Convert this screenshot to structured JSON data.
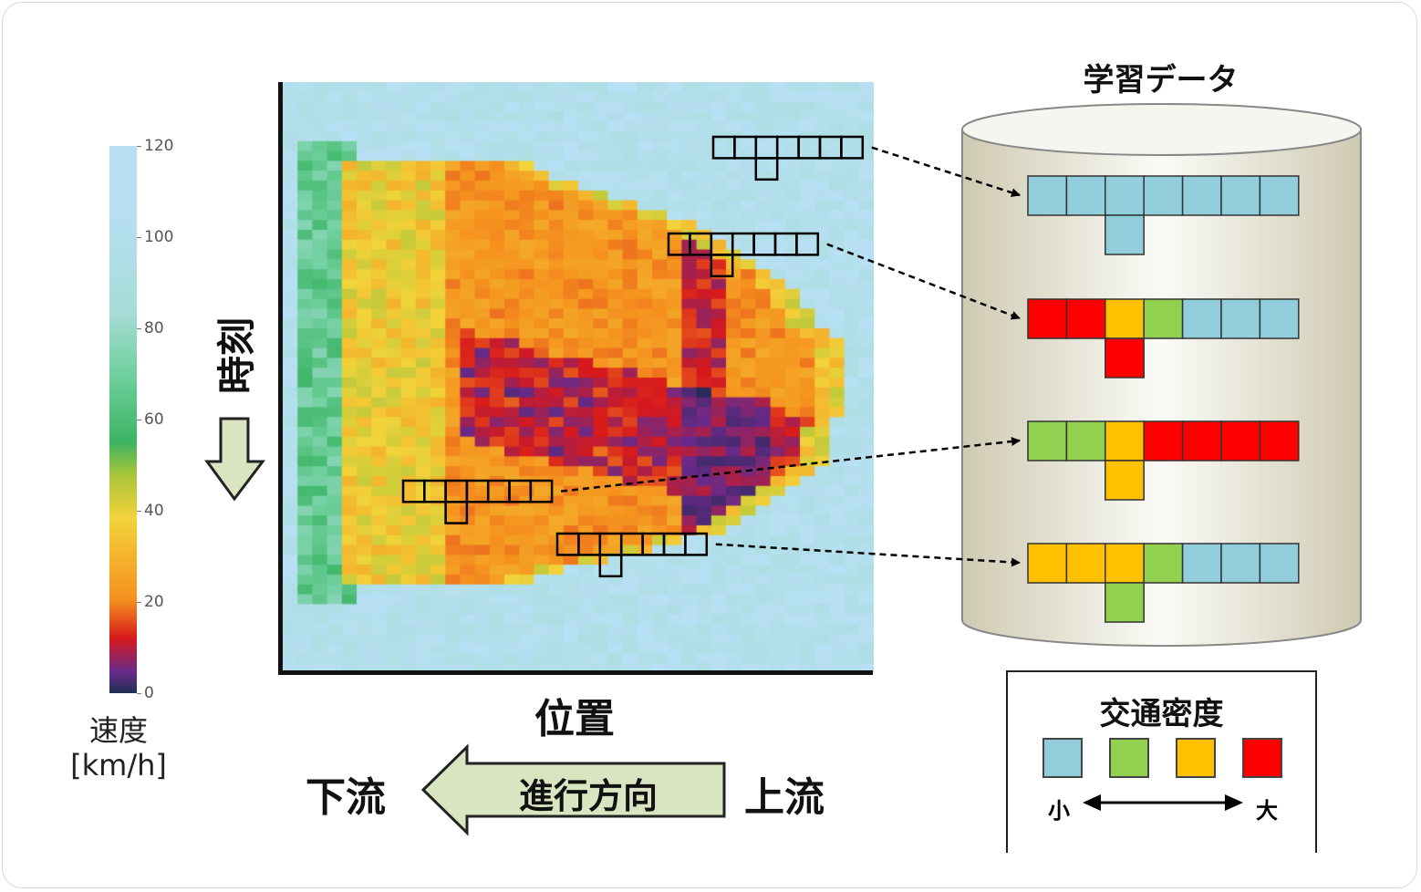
{
  "colorbar": {
    "ticks": [
      "120",
      "100",
      "80",
      "60",
      "40",
      "20",
      "0"
    ],
    "label_line1": "速度",
    "label_line2": "[km/h]"
  },
  "axis": {
    "y_label": "時刻",
    "x_label": "位置"
  },
  "direction": {
    "downstream": "下流",
    "arrow_label": "進行方向",
    "upstream": "上流"
  },
  "storage": {
    "title": "学習データ"
  },
  "patterns": [
    {
      "cells": [
        0,
        0,
        0,
        0,
        0,
        0,
        0
      ],
      "below": 0
    },
    {
      "cells": [
        3,
        3,
        2,
        1,
        0,
        0,
        0
      ],
      "below": 3
    },
    {
      "cells": [
        1,
        1,
        2,
        3,
        3,
        3,
        3
      ],
      "below": 2
    },
    {
      "cells": [
        2,
        2,
        2,
        1,
        0,
        0,
        0
      ],
      "below": 1
    }
  ],
  "legend": {
    "title": "交通密度",
    "levels": [
      "#92cddc",
      "#92d050",
      "#ffc000",
      "#ff0000"
    ],
    "low": "小",
    "high": "大"
  }
}
